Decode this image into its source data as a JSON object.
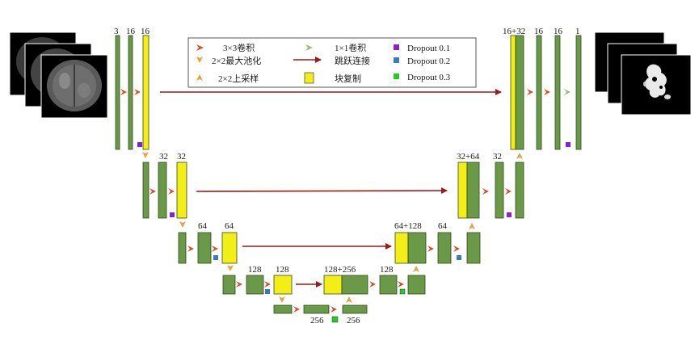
{
  "legend": {
    "conv3": "3×3卷积",
    "conv1": "1×1卷积",
    "pool": "2×2最大池化",
    "skip": "跳跃连接",
    "up": "2×2上采样",
    "copy": "块复制",
    "drop1": "Dropout 0.1",
    "drop2": "Dropout 0.2",
    "drop3": "Dropout 0.3"
  },
  "labels": {
    "e1_a": "3",
    "e1_b": "16",
    "e1_c": "16",
    "e2_a": "32",
    "e2_b": "32",
    "e3_a": "64",
    "e3_b": "64",
    "e4_a": "128",
    "e4_b": "128",
    "bn_a": "256",
    "bn_b": "256",
    "d4_a": "128+256",
    "d4_b": "128",
    "d3_a": "64+128",
    "d3_b": "64",
    "d2_a": "32+64",
    "d2_b": "32",
    "d1_a": "16+32",
    "d1_b": "16",
    "d1_c": "16",
    "d1_d": "1"
  },
  "colors": {
    "drop1": "#8a1fd1",
    "drop2": "#3a78c2",
    "drop3": "#22cc22",
    "block_green": "#6a9a48",
    "copy_yellow": "#f2ee16",
    "skip_arrow": "#9b1a1a"
  }
}
